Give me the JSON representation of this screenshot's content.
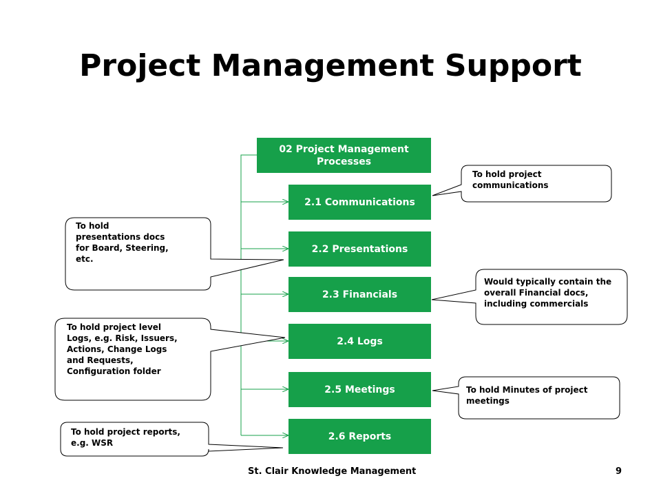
{
  "title": "Project Management Support",
  "nodes": {
    "root": "02 Project Management Processes",
    "n1": "2.1 Communications",
    "n2": "2.2 Presentations",
    "n3": "2.3 Financials",
    "n4": "2.4 Logs",
    "n5": "2.5 Meetings",
    "n6": "2.6 Reports"
  },
  "callouts": {
    "c1": "To hold project\ncommunications",
    "c2": "To hold\npresentations docs\nfor Board, Steering,\netc.",
    "c3": "Would typically contain the\noverall Financial docs,\nincluding commercials",
    "c4": "To hold project level\nLogs, e.g. Risk,  Issuers,\nActions, Change Logs\nand Requests,\nConfiguration folder",
    "c5": "To hold Minutes of project\nmeetings",
    "c6": "To hold project reports,\ne.g. WSR"
  },
  "footer": {
    "text": "St. Clair Knowledge  Management",
    "page_number": "9"
  },
  "colors": {
    "box_fill": "#16a04a",
    "connector": "#16a04a",
    "callout_border": "#000000"
  }
}
